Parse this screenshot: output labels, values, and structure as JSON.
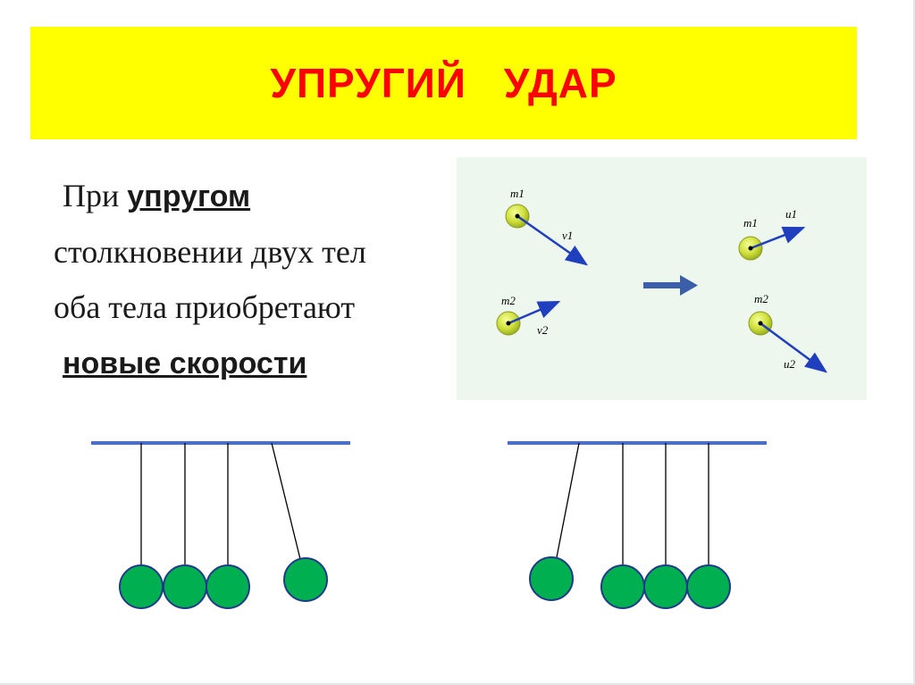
{
  "title": "УПРУГИЙ   УДАР",
  "text": {
    "line1_prefix": "При ",
    "line1_underlined": "упругом",
    "line2": "столкновении двух тел",
    "line3": "оба тела приобретают",
    "line4_underlined": "новые скорости"
  },
  "diagram": {
    "before": {
      "ball1_mass": "m1",
      "ball1_velocity": "v1",
      "ball2_mass": "m2",
      "ball2_velocity": "v2"
    },
    "after": {
      "ball1_mass": "m1",
      "ball1_velocity": "u1",
      "ball2_mass": "m2",
      "ball2_velocity": "u2"
    }
  },
  "colors": {
    "title_background": "#ffff00",
    "title_text": "#ff0000",
    "ball_fill": "#00b050",
    "bar": "#4a6fc7",
    "vector_arrow": "#1f3fbf",
    "diagram_ball": "#cfe03a"
  }
}
